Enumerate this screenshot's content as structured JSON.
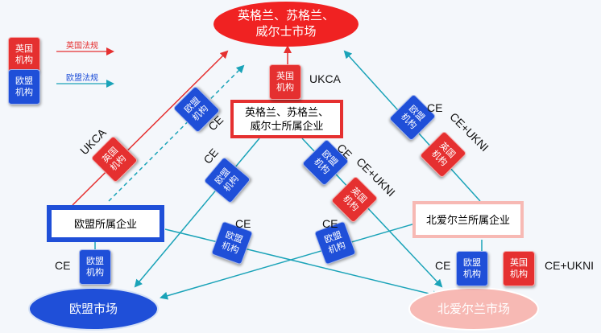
{
  "nodes": {
    "gb_market": "英格兰、苏格兰、威尔士市场",
    "gb_market_line1": "英格兰、苏格兰、",
    "gb_market_line2": "威尔士市场",
    "gb_enterprise_line1": "英格兰、苏格兰、",
    "gb_enterprise_line2": "威尔士所属企业",
    "eu_enterprise": "欧盟所属企业",
    "ni_enterprise": "北爱尔兰所属企业",
    "eu_market": "欧盟市场",
    "ni_market": "北爱尔兰市场"
  },
  "badges": {
    "uk_body": "英国\n机构",
    "eu_body": "欧盟\n机构"
  },
  "labels": {
    "ukca": "UKCA",
    "ce": "CE",
    "ce_ukni": "CE+UKNI"
  },
  "legend": {
    "uk_body": "英国\n机构",
    "eu_body": "欧盟\n机构",
    "uk_rules": "英国法规",
    "eu_rules": "欧盟法规"
  },
  "colors": {
    "red": "#e53030",
    "blue": "#1f4fd8",
    "teal": "#1aa3b8",
    "light_red": "#f7b9b4"
  }
}
